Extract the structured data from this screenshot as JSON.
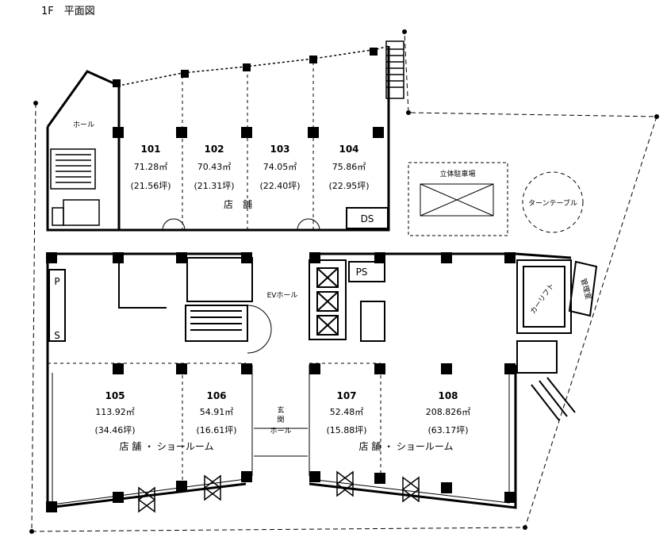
{
  "page": {
    "title": "1F　平面図"
  },
  "units": [
    {
      "id": "101",
      "area": "71.28㎡",
      "tsubo": "(21.56坪)"
    },
    {
      "id": "102",
      "area": "70.43㎡",
      "tsubo": "(21.31坪)"
    },
    {
      "id": "103",
      "area": "74.05㎡",
      "tsubo": "(22.40坪)"
    },
    {
      "id": "104",
      "area": "75.86㎡",
      "tsubo": "(22.95坪)"
    },
    {
      "id": "105",
      "area": "113.92㎡",
      "tsubo": "(34.46坪)"
    },
    {
      "id": "106",
      "area": "54.91㎡",
      "tsubo": "(16.61坪)"
    },
    {
      "id": "107",
      "area": "52.48㎡",
      "tsubo": "(15.88坪)"
    },
    {
      "id": "108",
      "area": "208.826㎡",
      "tsubo": "(63.17坪)"
    }
  ],
  "labels": {
    "hall": "ホール",
    "store": "店　舗",
    "ds": "DS",
    "ps": "PS",
    "p": "P",
    "s": "S",
    "ev_hall": "EVホール",
    "entrance_1": "玄",
    "entrance_2": "関",
    "entrance_3": "ホール",
    "showroom_left": "店 舗 ・ ショールーム",
    "showroom_right": "店 舗 ・ ショールーム",
    "parking": "立体駐車場",
    "turntable": "ターンテーブル",
    "car_lift": "カーリフト",
    "admin": "管理室"
  }
}
